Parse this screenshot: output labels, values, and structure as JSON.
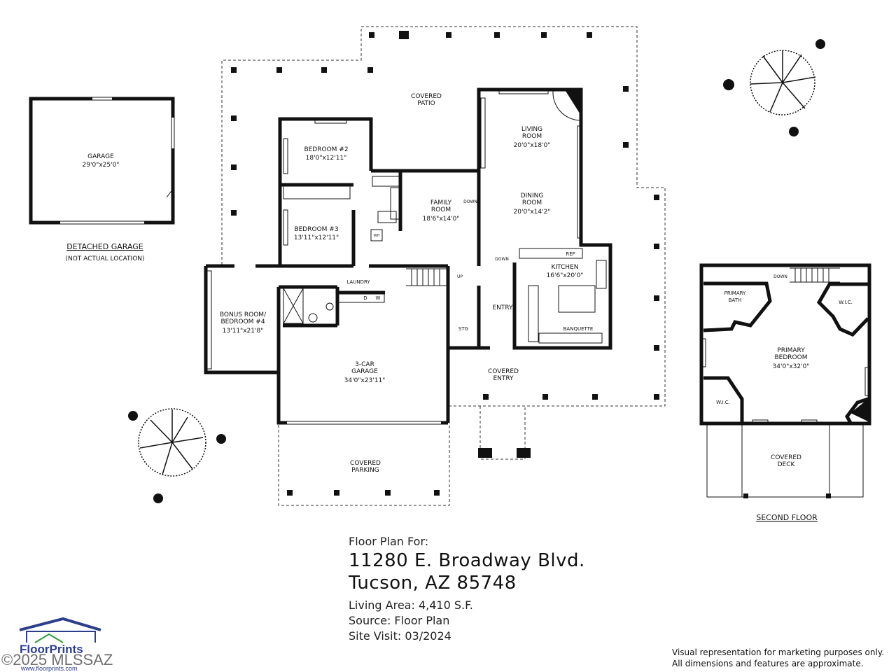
{
  "rooms": {
    "garage_detached": {
      "name": "GARAGE",
      "dims": "29'0\"x25'0\""
    },
    "detached_garage_caption": "DETACHED GARAGE",
    "not_actual_location": "(NOT ACTUAL LOCATION)",
    "covered_patio": {
      "name1": "COVERED",
      "name2": "PATIO"
    },
    "bedroom2": {
      "name": "BEDROOM #2",
      "dims": "18'0\"x12'11\""
    },
    "bedroom3": {
      "name": "BEDROOM #3",
      "dims": "13'11\"x12'11\""
    },
    "family": {
      "name1": "FAMILY",
      "name2": "ROOM",
      "dims": "18'6\"x14'0\""
    },
    "living": {
      "name1": "LIVING",
      "name2": "ROOM",
      "dims": "20'0\"x18'0\""
    },
    "dining": {
      "name1": "DINING",
      "name2": "ROOM",
      "dims": "20'0\"x14'2\""
    },
    "kitchen": {
      "name": "KITCHEN",
      "dims": "16'6\"x20'0\""
    },
    "ref": "REF",
    "banquette": "BANQUETTE",
    "entry": "ENTRY",
    "stg": "STG",
    "laundry": "LAUNDRY",
    "wh": "WH",
    "d": "D",
    "w": "W",
    "down1": "DOWN",
    "down2": "DOWN",
    "up": "UP",
    "bonus": {
      "name1": "BONUS ROOM/",
      "name2": "BEDROOM #4",
      "dims": "13'11\"x21'8\""
    },
    "garage3": {
      "name1": "3-CAR",
      "name2": "GARAGE",
      "dims": "34'0\"x23'11\""
    },
    "covered_entry": {
      "name1": "COVERED",
      "name2": "ENTRY"
    },
    "covered_parking": {
      "name1": "COVERED",
      "name2": "PARKING"
    },
    "primary_bath": {
      "name1": "PRIMARY",
      "name2": "BATH"
    },
    "wic1": "W.I.C.",
    "wic2": "W.I.C.",
    "down_second": "DOWN",
    "primary_bedroom": {
      "name1": "PRIMARY",
      "name2": "BEDROOM",
      "dims": "34'0\"x32'0\""
    },
    "covered_deck": {
      "name1": "COVERED",
      "name2": "DECK"
    },
    "second_floor": "SECOND FLOOR"
  },
  "info": {
    "floor_plan_for": "Floor Plan For:",
    "address1": "11280 E. Broadway Blvd.",
    "address2": "Tucson, AZ  85748",
    "living_area": "Living Area:  4,410 S.F.",
    "source": "Source:  Floor Plan",
    "site_visit": "Site Visit:  03/2024"
  },
  "disclaimer": {
    "line1": "Visual representation for marketing purposes only.",
    "line2": "All dimensions and features are approximate."
  },
  "logo": {
    "name": "FloorPrints",
    "watermark": "©2025 MLSSAZ",
    "url": "www.floorprints.com"
  },
  "colors": {
    "wall": "#111111",
    "logo_blue": "#2c3e8c",
    "logo_green": "#2f9a3a"
  }
}
